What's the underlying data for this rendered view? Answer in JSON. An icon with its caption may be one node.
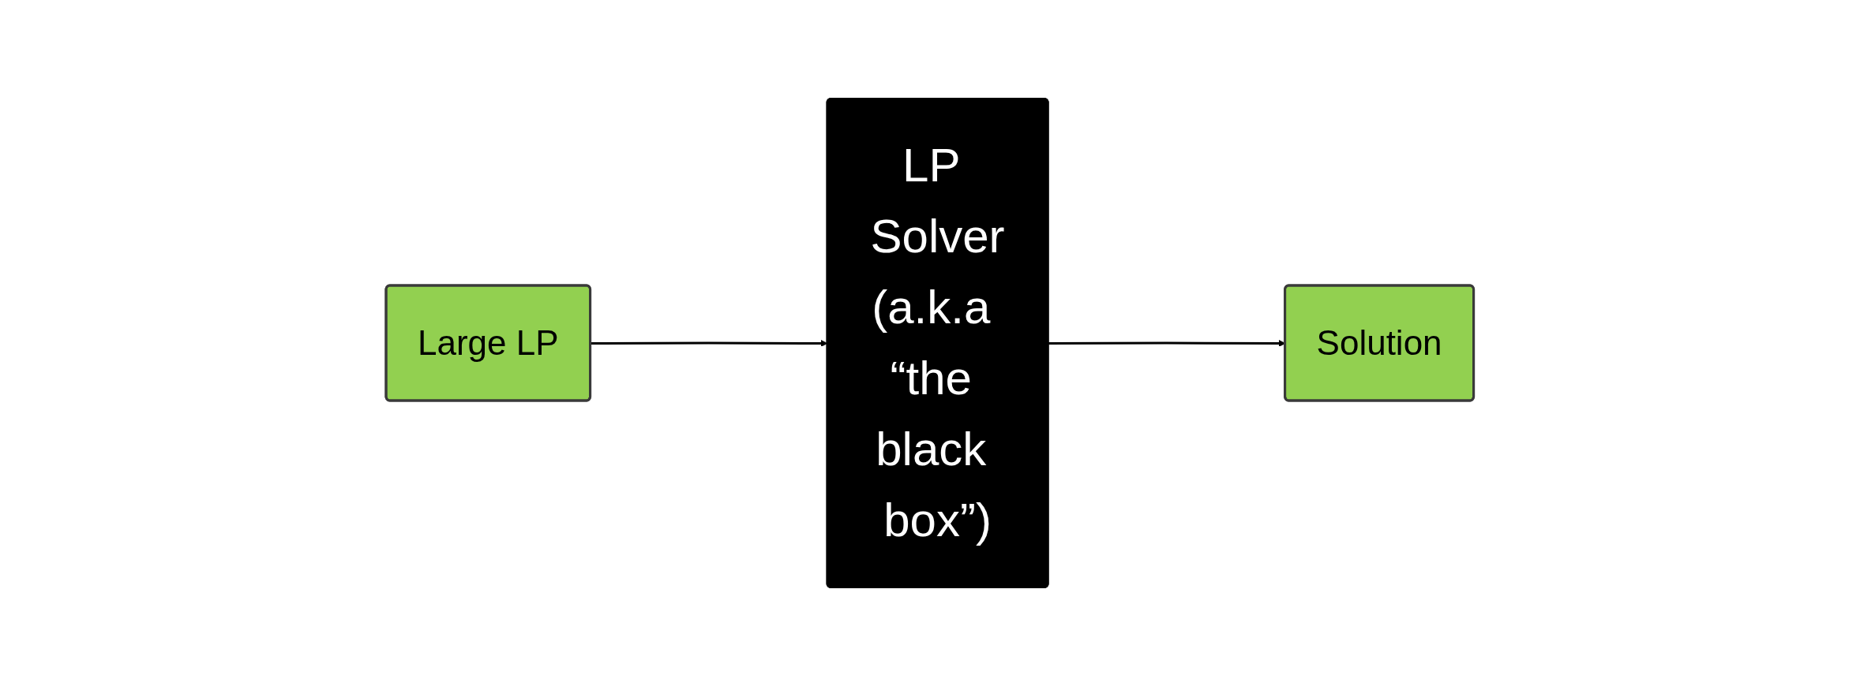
{
  "diagram": {
    "nodes": [
      {
        "text": [
          "Large LP"
        ]
      },
      {
        "text": [
          "LP Solver",
          "(a.k.a “the black box”)"
        ]
      },
      {
        "text": [
          "Solution"
        ]
      }
    ],
    "edges": [
      {
        "from": 0,
        "to": 1,
        "arrow": "to"
      },
      {
        "from": 1,
        "to": 2,
        "arrow": "to"
      }
    ]
  }
}
